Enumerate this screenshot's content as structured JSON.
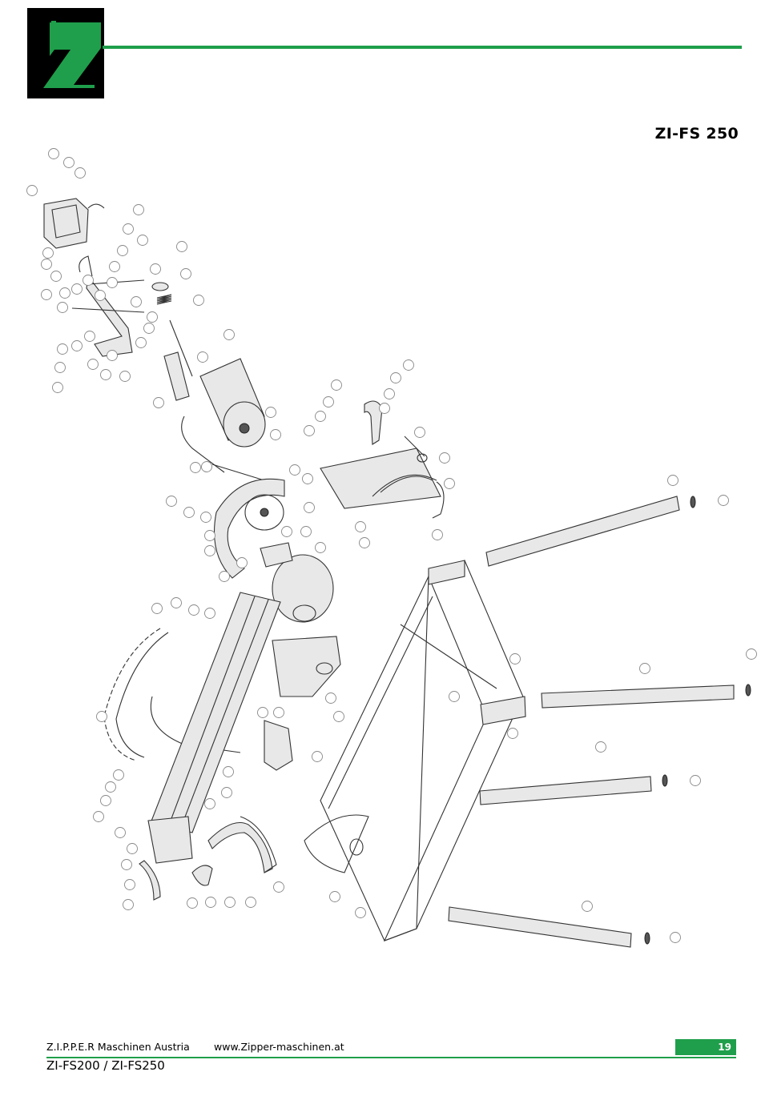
{
  "header": {
    "logo_icon": "zipper-z-logo",
    "brand_color": "#1f9f4b",
    "model_title": "ZI-FS 250"
  },
  "diagram": {
    "type": "exploded-parts-view",
    "callout_count": 120
  },
  "footer": {
    "company": "Z.I.P.P.E.R Maschinen Austria",
    "url": "www.Zipper-maschinen.at",
    "page_number": "19",
    "models": "ZI-FS200 / ZI-FS250"
  }
}
